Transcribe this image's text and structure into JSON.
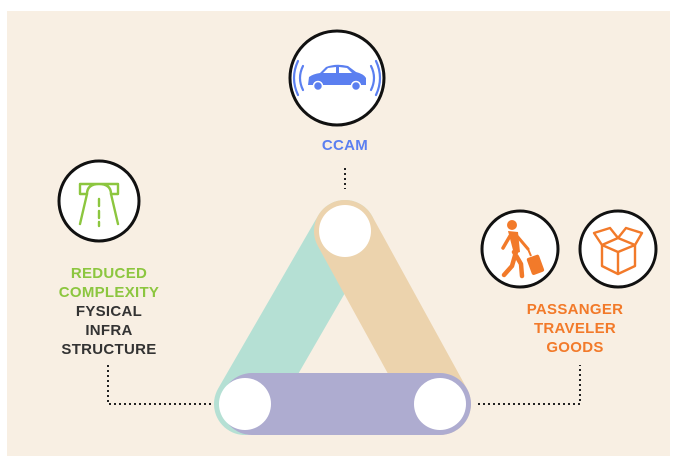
{
  "ccam": {
    "label": "CCAM",
    "color": "#5b7ff0",
    "icon": "car-icon"
  },
  "infra": {
    "lines": [
      "REDUCED",
      "COMPLEXITY",
      "FYSICAL",
      "INFRA",
      "STRUCTURE"
    ],
    "accent": "#8cc63f",
    "text_color": "#333333",
    "icon": "road-tunnel-icon"
  },
  "passenger": {
    "lines": [
      "PASSANGER",
      "TRAVELER",
      "GOODS"
    ],
    "color": "#f27a2a",
    "icons": [
      "traveler-with-suitcase-icon",
      "open-box-icon"
    ]
  },
  "triangle": {
    "colors": {
      "left": "#b5e0d4",
      "right": "#ecd3ad",
      "bottom": "#aeacd0"
    }
  }
}
